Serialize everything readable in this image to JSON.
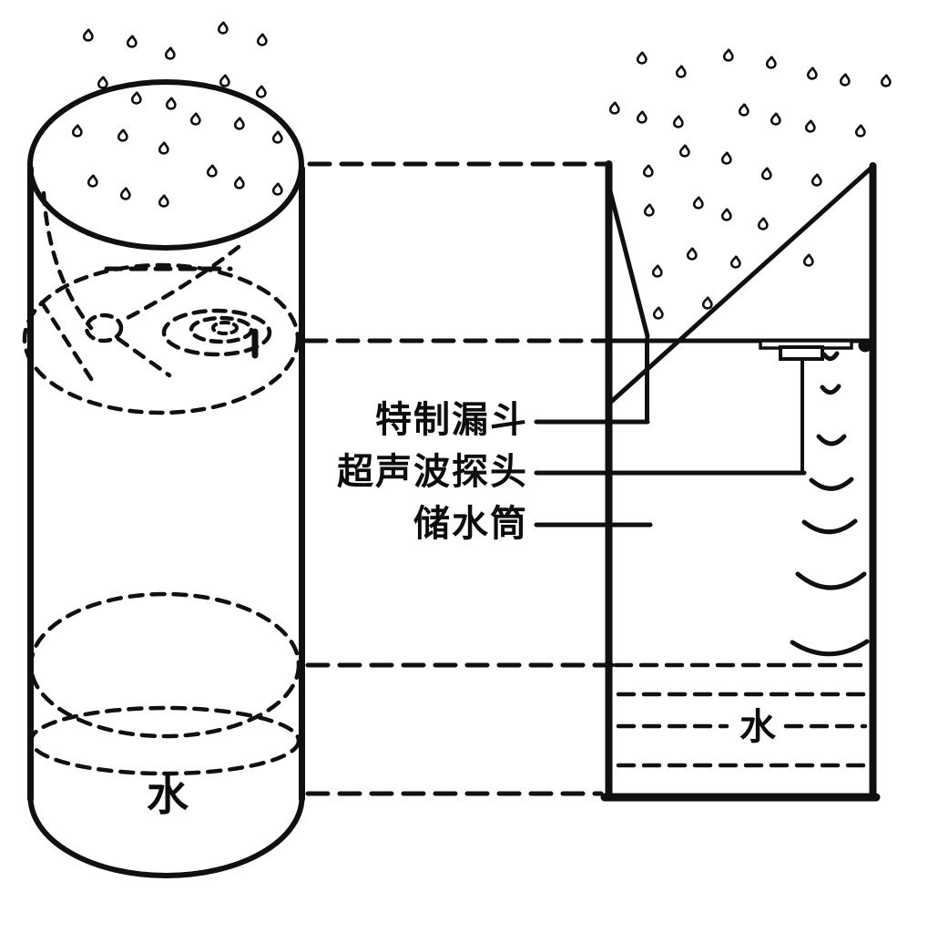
{
  "figure": {
    "kind": "rain-gauge-schematic",
    "left_view": "collector-cylinder-3d",
    "right_view": "gauge-cross-section"
  },
  "labels": {
    "funnel": "特制漏斗",
    "probe": "超声波探头",
    "storage_cylinder": "储水筒",
    "water_left": "水",
    "water_right": "水"
  },
  "icons": {
    "rain_drop": "raindrop-icon",
    "ultrasonic_wave": "wave-arc-icon",
    "vortex": "swirl-icon"
  },
  "colors": {
    "ink": "#101010",
    "background": "#ffffff"
  }
}
